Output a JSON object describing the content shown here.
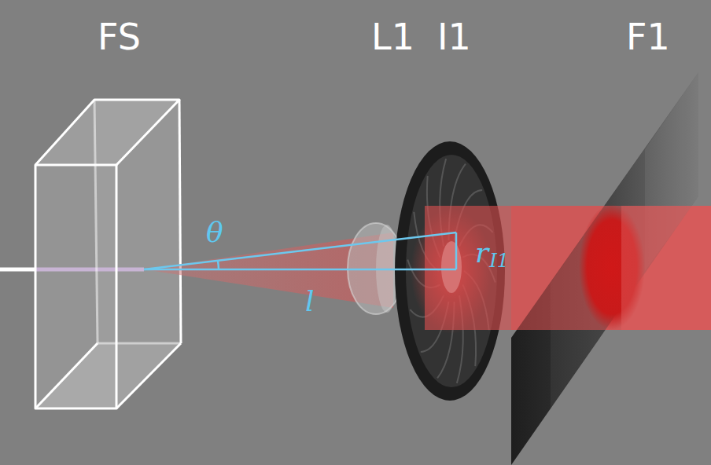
{
  "diagram": {
    "labels": [
      "FS",
      "L1",
      "I1",
      "F1",
      "θ",
      "l",
      "r",
      "I1"
    ]
  }
}
